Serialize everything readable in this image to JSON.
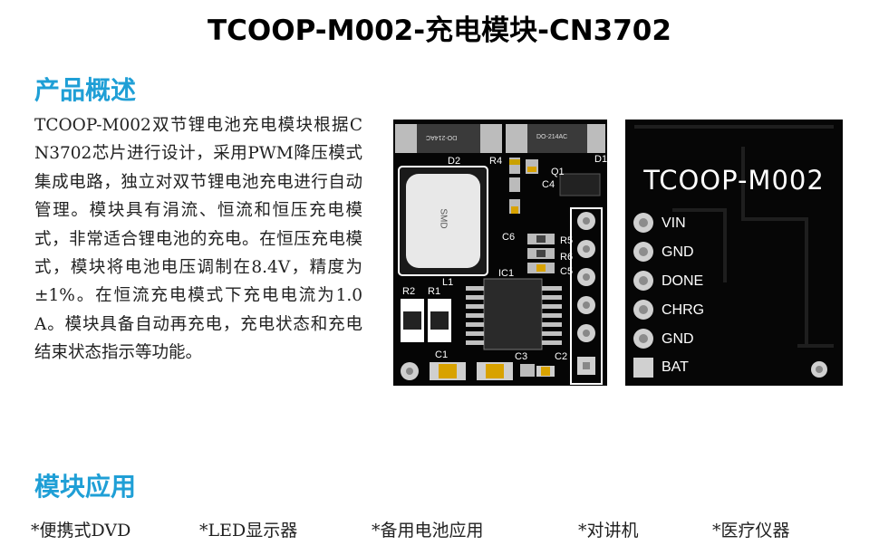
{
  "title": "TCOOP-M002-充电模块-CN3702",
  "overview": {
    "heading": "产品概述",
    "text": "TCOOP-M002双节锂电池充电模块根据CN3702芯片进行设计，采用PWM降压模式集成电路，独立对双节锂电池充电进行自动管理。模块具有涓流、恒流和恒压充电模式，非常适合锂电池的充电。在恒压充电模式，模块将电池电压调制在8.4V，精度为±1%。在恒流充电模式下充电电流为1.0A。模块具备自动再充电，充电状态和充电结束状态指示等功能。"
  },
  "board_front": {
    "labels": {
      "d2": "D2",
      "r4": "R4",
      "q1": "Q1",
      "d1": "D1",
      "c4": "C4",
      "c6": "C6",
      "r5": "R5",
      "r6": "R6",
      "c5": "C5",
      "l1": "L1",
      "ic1": "IC1",
      "r2": "R2",
      "r1": "R1",
      "c1": "C1",
      "c3": "C3",
      "c2": "C2",
      "diode_left": "DO-214AC",
      "diode_right": "DO-214AC",
      "inductor": "SMD"
    }
  },
  "board_back": {
    "name": "TCOOP-M002",
    "pins": [
      "VIN",
      "GND",
      "DONE",
      "CHRG",
      "GND",
      "BAT"
    ]
  },
  "applications": {
    "heading": "模块应用",
    "items": [
      "*便携式DVD",
      "*LED显示器",
      "*备用电池应用",
      "*对讲机",
      "*医疗仪器"
    ]
  }
}
